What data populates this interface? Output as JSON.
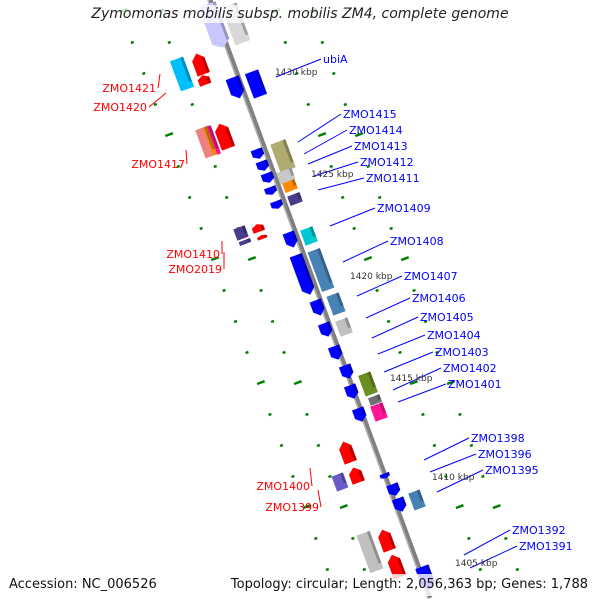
{
  "title": "Zymomonas mobilis subsp. mobilis ZM4, complete genome",
  "footer": {
    "accession": "Accession: NC_006526",
    "topology": "Topology: circular; Length: 2,056,363 bp; Genes: 1,788"
  },
  "colors": {
    "forward_label": "#0000ff",
    "reverse_label": "#ff0000",
    "backbone": "#808080",
    "ticks": "#008000"
  },
  "forward_labels": [
    "ubiA",
    "ZMO1415",
    "ZMO1414",
    "ZMO1413",
    "ZMO1412",
    "ZMO1411",
    "ZMO1409",
    "ZMO1408",
    "ZMO1407",
    "ZMO1406",
    "ZMO1405",
    "ZMO1404",
    "ZMO1403",
    "ZMO1402",
    "ZMO1401",
    "ZMO1398",
    "ZMO1396",
    "ZMO1395",
    "ZMO1392",
    "ZMO1391"
  ],
  "reverse_labels": [
    "ZMO1421",
    "ZMO1420",
    "ZMO1417",
    "ZMO1410",
    "ZMO2019",
    "ZMO1400",
    "ZMO1399"
  ],
  "scale_labels": [
    "1430 kbp",
    "1425 kbp",
    "1420 kbp",
    "1415 kbp",
    "1410 kbp",
    "1405 kbp"
  ]
}
